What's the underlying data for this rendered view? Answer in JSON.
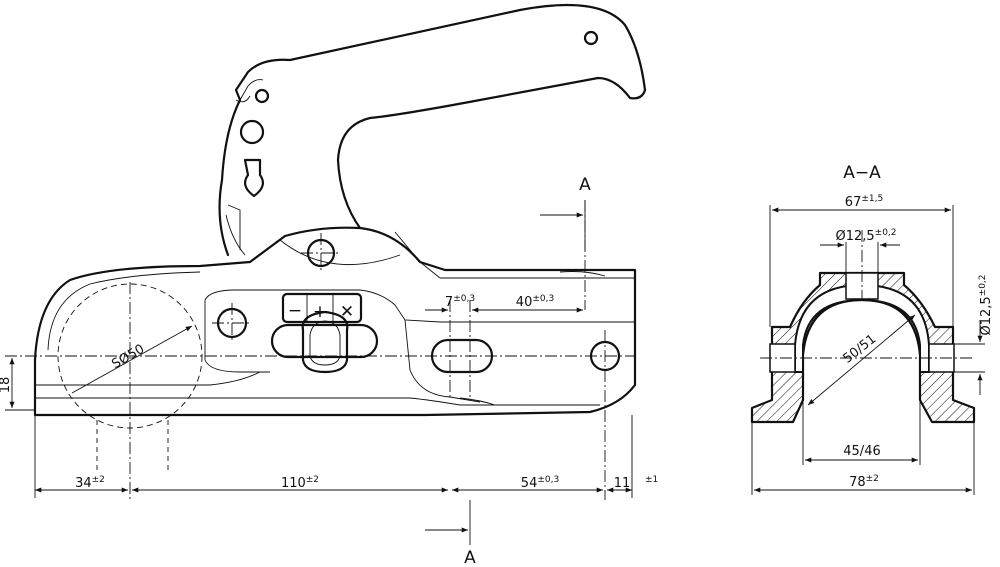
{
  "side_view": {
    "dim_34": {
      "value": "34",
      "tol": "±2"
    },
    "dim_110": {
      "value": "110",
      "tol": "±2"
    },
    "dim_54": {
      "value": "54",
      "tol": "±0,3"
    },
    "dim_11": {
      "value": "11",
      "tol": "±1"
    },
    "dim_18": {
      "value": "18"
    },
    "dim_7": {
      "value": "7",
      "tol": "±0,3"
    },
    "dim_40": {
      "value": "40",
      "tol": "±0,3"
    },
    "ball": {
      "value": "SØ50"
    },
    "handle_symbols": {
      "minus": "−",
      "plus": "+",
      "cross": "✕"
    },
    "section_mark_top": "A",
    "section_mark_bottom": "A"
  },
  "section_view": {
    "title": "A−A",
    "dim_67": {
      "value": "67",
      "tol": "±1,5"
    },
    "dim_hole": {
      "value": "Ø12,5",
      "tol": "±0,2"
    },
    "dim_hole_side": {
      "value": "Ø12,5",
      "tol": "±0,2"
    },
    "dim_50_51": {
      "value": "50/51"
    },
    "dim_45_46": {
      "value": "45/46"
    },
    "dim_78": {
      "value": "78",
      "tol": "±2"
    }
  }
}
